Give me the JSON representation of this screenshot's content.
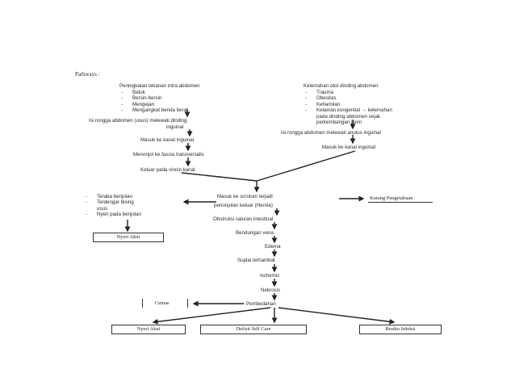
{
  "page_title": "Pathways :",
  "left_top": {
    "heading": "Peningkatan tekanan intra abdomen",
    "items": [
      "Batuk",
      "Bersin-bersin",
      "Mengejan",
      "Mengangkat benda berat"
    ]
  },
  "right_top": {
    "heading": "Kelemahan otot dinding abdomen",
    "items": [
      "Trauma",
      "Obesitas",
      "Kehamilan",
      "Kelainan kongenital  →  kelemahan",
      "pada dinding abdomen sejak",
      "perkembangan janin"
    ]
  },
  "left_chain": {
    "isi_line1": "Isi rongga abdomen (usus) melewati dinding",
    "isi_line2": "inguinal",
    "masuk": "Masuk ke kanal inguinal",
    "menonjol": "Menonjol ke fascia transversalis",
    "keluar": "Keluar pada cincin kanal"
  },
  "right_chain": {
    "isi": "Isi rongga abdomen melewati anulus inguinal",
    "masuk": "Masuk ke kanal inguinal"
  },
  "center": {
    "scrotum_line1": "Masuk ke scrotum terjadi",
    "scrotum_line2": "penonjolan keluar (Hernia)",
    "obstruksi": "Obstruksi saluran intestinal",
    "bendungan": "Bendungan vena",
    "edema": "Edema",
    "suplai": "Suplai terhambat",
    "ischemic": "Ischemic",
    "nekrosis": "Nekrosis",
    "pembedahan": "Pembedahan"
  },
  "left_list": [
    "Teraba benjolan",
    "Terdengar bising",
    "usus",
    "Nyeri pada benjolan"
  ],
  "boxes": {
    "nyeri_akut_1": "Nyeri Akut",
    "kurang": "Kurang Pengetahuan",
    "cemas": "Cemas",
    "nyeri_akut_2": "Nyeri Akut",
    "defisit": "Defisit Self Care",
    "resiko": "Resiko Infeksi"
  }
}
